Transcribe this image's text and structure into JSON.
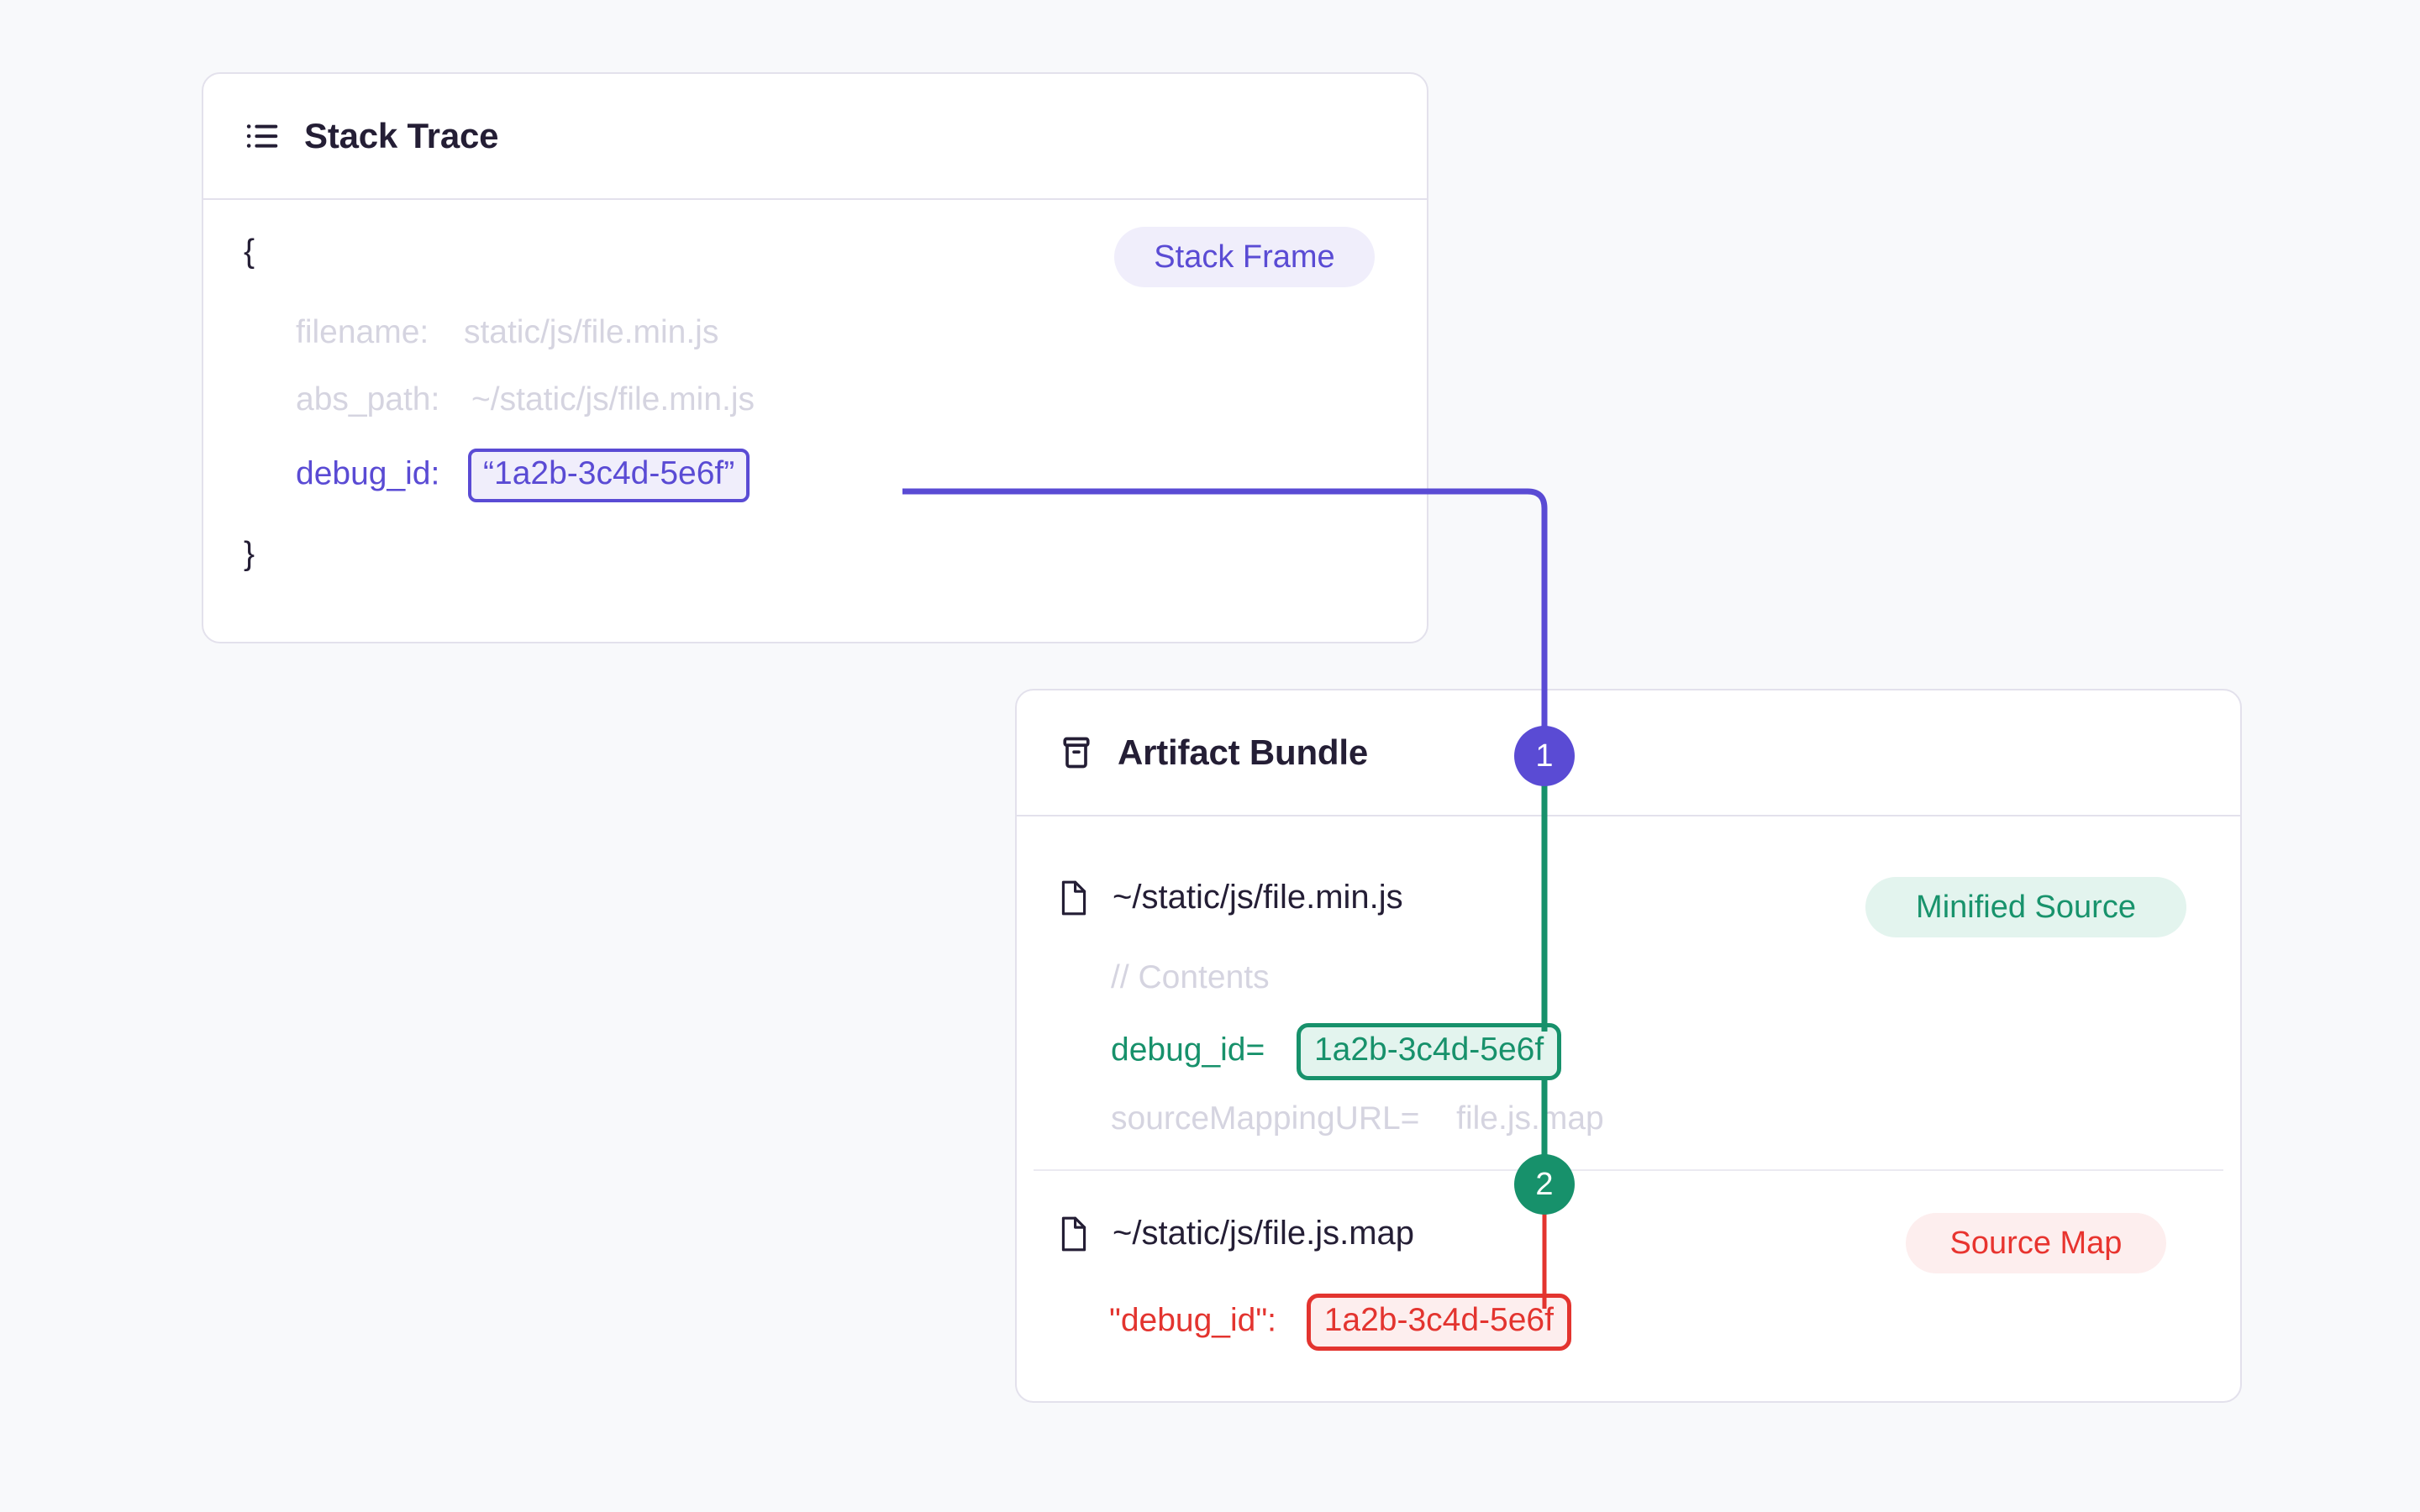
{
  "page": {
    "background": "#F8F9FB"
  },
  "colors": {
    "purple": "#5A4BD4",
    "purple_bg": "#F0EEFB",
    "green": "#17916B",
    "green_bg": "#E3F4EE",
    "red": "#E3342F",
    "red_bg": "#FDEEEE",
    "dim": "#D5D4E0",
    "text": "#241E35",
    "border": "#E3E1EC"
  },
  "stack_trace_card": {
    "icon": "list-icon",
    "title": "Stack Trace",
    "badge": "Stack Frame",
    "open_brace": "{",
    "close_brace": "}",
    "fields": [
      {
        "key": "filename:",
        "value": "static/js/file.min.js",
        "style": "dim"
      },
      {
        "key": "abs_path:",
        "value": "~/static/js/file.min.js",
        "style": "dim"
      },
      {
        "key": "debug_id:",
        "value": "“1a2b-3c4d-5e6f”",
        "style": "highlight"
      }
    ]
  },
  "artifact_bundle_card": {
    "icon": "archive-icon",
    "title": "Artifact Bundle",
    "files": [
      {
        "icon": "file-icon",
        "name": "~/static/js/file.min.js",
        "badge": "Minified Source",
        "badge_style": "green",
        "lines": [
          {
            "key": "// Contents",
            "value": "",
            "style": "dim"
          },
          {
            "key": "debug_id=",
            "value": "1a2b-3c4d-5e6f",
            "style": "highlight-green"
          },
          {
            "key": "sourceMappingURL=",
            "value": "file.js.map",
            "style": "dim"
          }
        ]
      },
      {
        "icon": "file-icon",
        "name": "~/static/js/file.js.map",
        "badge": "Source Map",
        "badge_style": "red",
        "lines": [
          {
            "key": "\"debug_id\":",
            "value": "1a2b-3c4d-5e6f",
            "style": "highlight-red"
          }
        ]
      }
    ]
  },
  "steps": [
    {
      "number": "1",
      "color": "#5A4BD4"
    },
    {
      "number": "2",
      "color": "#17916B"
    }
  ]
}
